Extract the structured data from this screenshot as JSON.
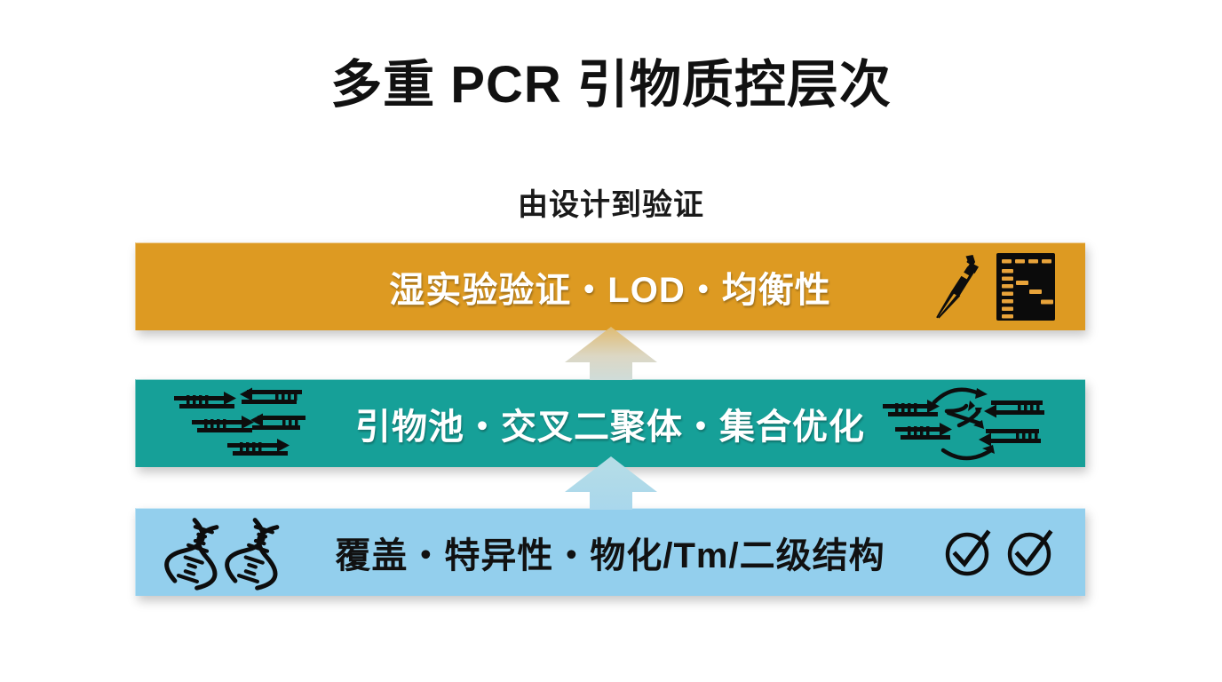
{
  "slide": {
    "title": "多重 PCR 引物质控层次",
    "subtitle": "由设计到验证",
    "background_color": "#ffffff"
  },
  "layers": [
    {
      "id": "wet-lab-validation",
      "label": "湿实验验证・LOD・均衡性",
      "color": "#dd9a22",
      "text_color": "#ffffff",
      "position": "top",
      "icons": [
        "pipette-icon",
        "gel-electrophoresis-icon"
      ],
      "icons_side": "right"
    },
    {
      "id": "primer-pool-optimization",
      "label": "引物池・交叉二聚体・集合优化",
      "color": "#16a098",
      "text_color": "#ffffff",
      "position": "middle",
      "icons": [
        "primer-pool-icon",
        "cross-dimer-interaction-icon"
      ],
      "icons_side": "both"
    },
    {
      "id": "in-silico-design",
      "label": "覆盖・特异性・物化/Tm/二级结构",
      "color": "#93cfed",
      "text_color": "#111111",
      "position": "bottom",
      "icons": [
        "dna-helix-icon",
        "dna-helix-icon",
        "check-circle-icon",
        "check-circle-icon"
      ],
      "icons_side": "both"
    }
  ],
  "connectors": [
    {
      "id": "arrow-bottom-to-middle",
      "icon": "arrow-up-icon",
      "gradient_from": "#93cfed",
      "gradient_to": "#bfe2f2"
    },
    {
      "id": "arrow-middle-to-top",
      "icon": "arrow-up-icon",
      "gradient_from": "#c9d9d6",
      "gradient_to": "#ddbb77"
    }
  ],
  "gel": {
    "background": "#0b0b0b",
    "band_color": "#e8a33a",
    "wells": 4,
    "ladder_bands": 7,
    "sample_band_lanes": [
      2,
      3,
      4
    ]
  }
}
